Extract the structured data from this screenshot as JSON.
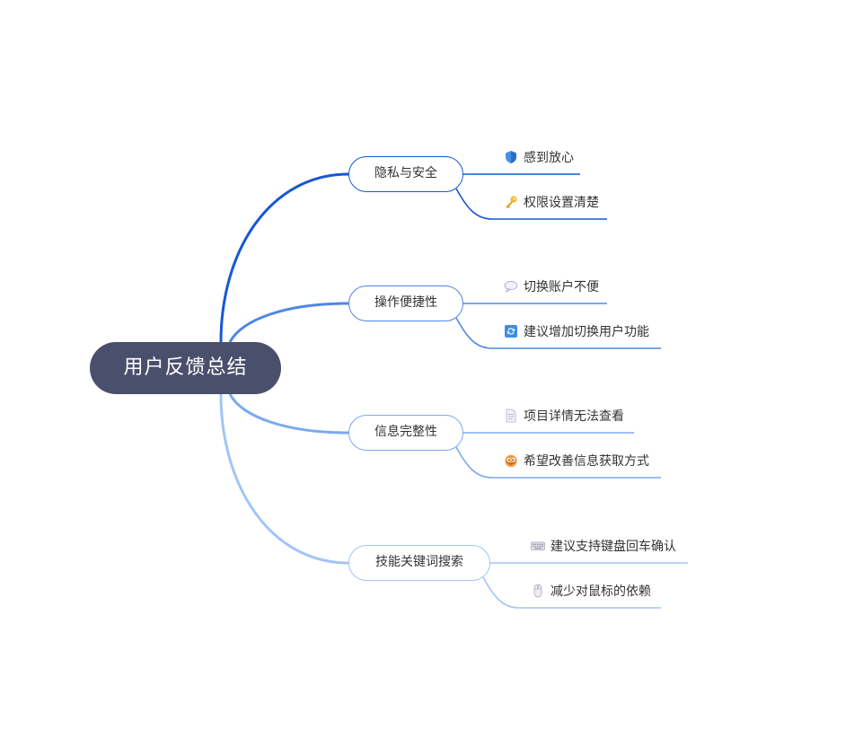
{
  "root": {
    "label": "用户反馈总结"
  },
  "colors": {
    "root": "#4a4f6c",
    "branch1": "#1558d6",
    "branch2": "#4f86e8",
    "branch3": "#7aaaf0",
    "branch4": "#a2c5f5"
  },
  "branches": [
    {
      "label": "隐私与安全",
      "children": [
        {
          "icon": "shield-icon",
          "label": "感到放心"
        },
        {
          "icon": "key-icon",
          "label": "权限设置清楚"
        }
      ]
    },
    {
      "label": "操作便捷性",
      "children": [
        {
          "icon": "speech-bubble-icon",
          "label": "切换账户不便"
        },
        {
          "icon": "refresh-icon",
          "label": "建议增加切换用户功能"
        }
      ]
    },
    {
      "label": "信息完整性",
      "children": [
        {
          "icon": "document-icon",
          "label": "项目详情无法查看"
        },
        {
          "icon": "emoji-face-icon",
          "label": "希望改善信息获取方式"
        }
      ]
    },
    {
      "label": "技能关键词搜索",
      "children": [
        {
          "icon": "keyboard-icon",
          "label": "建议支持键盘回车确认"
        },
        {
          "icon": "mouse-icon",
          "label": "减少对鼠标的依赖"
        }
      ]
    }
  ]
}
